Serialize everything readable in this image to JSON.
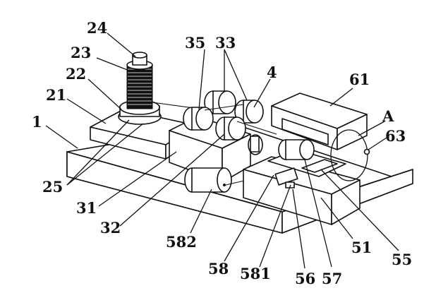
{
  "labels": {
    "l1": "1",
    "l21": "21",
    "l22": "22",
    "l23": "23",
    "l24": "24",
    "l25": "25",
    "l31": "31",
    "l32": "32",
    "l33": "33",
    "l35": "35",
    "l4": "4",
    "l51": "51",
    "l55": "55",
    "l56": "56",
    "l57": "57",
    "l58": "58",
    "l581": "581",
    "l582": "582",
    "l61": "61",
    "l63": "63",
    "lA": "A"
  }
}
